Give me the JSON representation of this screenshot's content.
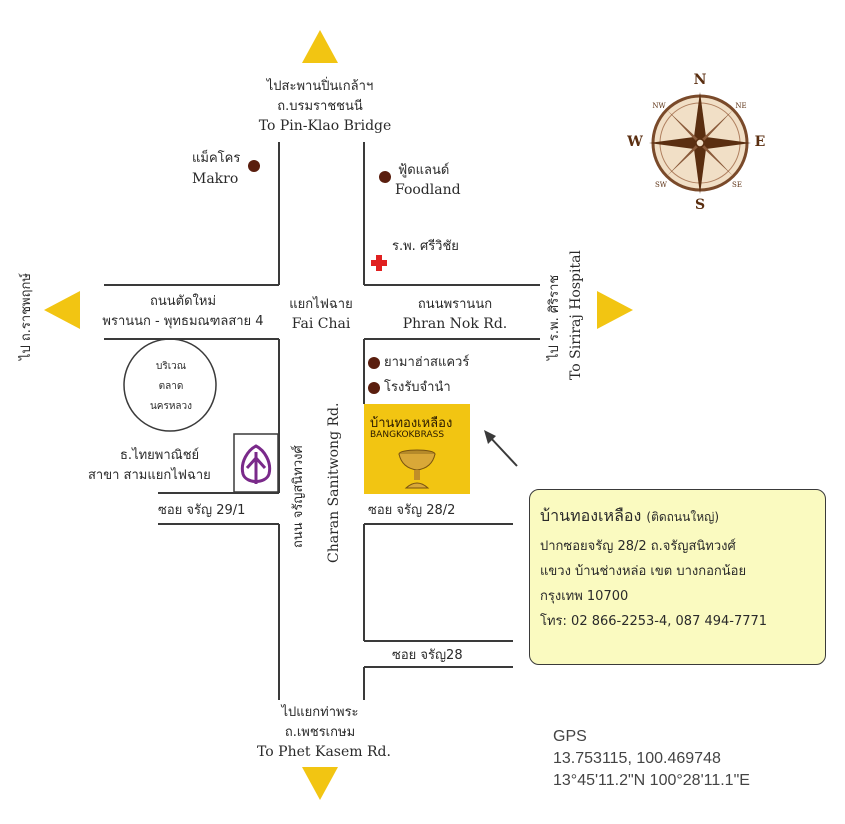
{
  "north_label": {
    "thai1": "ไปสะพานปิ่นเกล้าฯ",
    "thai2": "ถ.บรมราชชนนี",
    "en": "To Pin-Klao Bridge"
  },
  "south_label": {
    "thai1": "ไปแยกท่าพระ",
    "thai2": "ถ.เพชรเกษม",
    "en": "To Phet Kasem Rd."
  },
  "west_label": {
    "thai": "ไป ถ.ราชพฤกษ์"
  },
  "east_label": {
    "thai": "ไป ร.พ. ศิริราช",
    "en": "To Siriraj Hospital"
  },
  "makro": {
    "thai": "แม็คโคร",
    "en": "Makro"
  },
  "foodland": {
    "thai": "ฟู้ดแลนด์",
    "en": "Foodland"
  },
  "hospital": {
    "thai": "ร.พ. ศรีวิชัย"
  },
  "road_west": {
    "thai1": "ถนนตัดใหม่",
    "thai2": "พรานนก - พุทธมณฑลสาย 4"
  },
  "fai_chai": {
    "thai": "แยกไฟฉาย",
    "en": "Fai Chai"
  },
  "phran_nok": {
    "thai": "ถนนพรานนก",
    "en": "Phran Nok Rd."
  },
  "charan": {
    "thai": "ถนน จรัญสนิทวงศ์",
    "en": "Charan Sanitwong Rd."
  },
  "yamaha": {
    "thai": "ยามาฮ่าสแควร์"
  },
  "pawn": {
    "thai": "โรงรับจำนำ"
  },
  "shop": {
    "thai": "บ้านทองเหลือง",
    "en": "BANGKOKBRASS"
  },
  "market": {
    "line1": "บริเวณ",
    "line2": "ตลาด",
    "line3": "นครหลวง"
  },
  "bank": {
    "line1": "ธ.ไทยพาณิชย์",
    "line2": "สาขา สามแยกไฟฉาย"
  },
  "soi_29_1": "ซอย จรัญ 29/1",
  "soi_28_2": "ซอย จรัญ 28/2",
  "soi_28": "ซอย จรัญ28",
  "compass": {
    "n": "N",
    "s": "S",
    "e": "E",
    "w": "W",
    "ne": "NE",
    "nw": "NW",
    "se": "SE",
    "sw": "SW"
  },
  "info": {
    "title": "บ้านทองเหลือง",
    "title_note": "(ติดถนนใหญ่)",
    "line1": "ปากซอยจรัญ 28/2 ถ.จรัญสนิทวงศ์",
    "line2": "แขวง บ้านช่างหล่อ เขต บางกอกน้อย",
    "line3": "กรุงเทพ 10700",
    "line4": "โทร: 02 866-2253-4, 087 494-7771"
  },
  "gps": {
    "label": "GPS",
    "decimal": "13.753115, 100.469748",
    "dms": "13°45'11.2\"N 100°28'11.1\"E"
  },
  "colors": {
    "arrow": "#f2c512",
    "road": "#3a3a3a",
    "dot": "#5a1e0e",
    "cross": "#e02020",
    "bank_logo": "#7a2a8a",
    "info_bg": "#fafac0"
  }
}
